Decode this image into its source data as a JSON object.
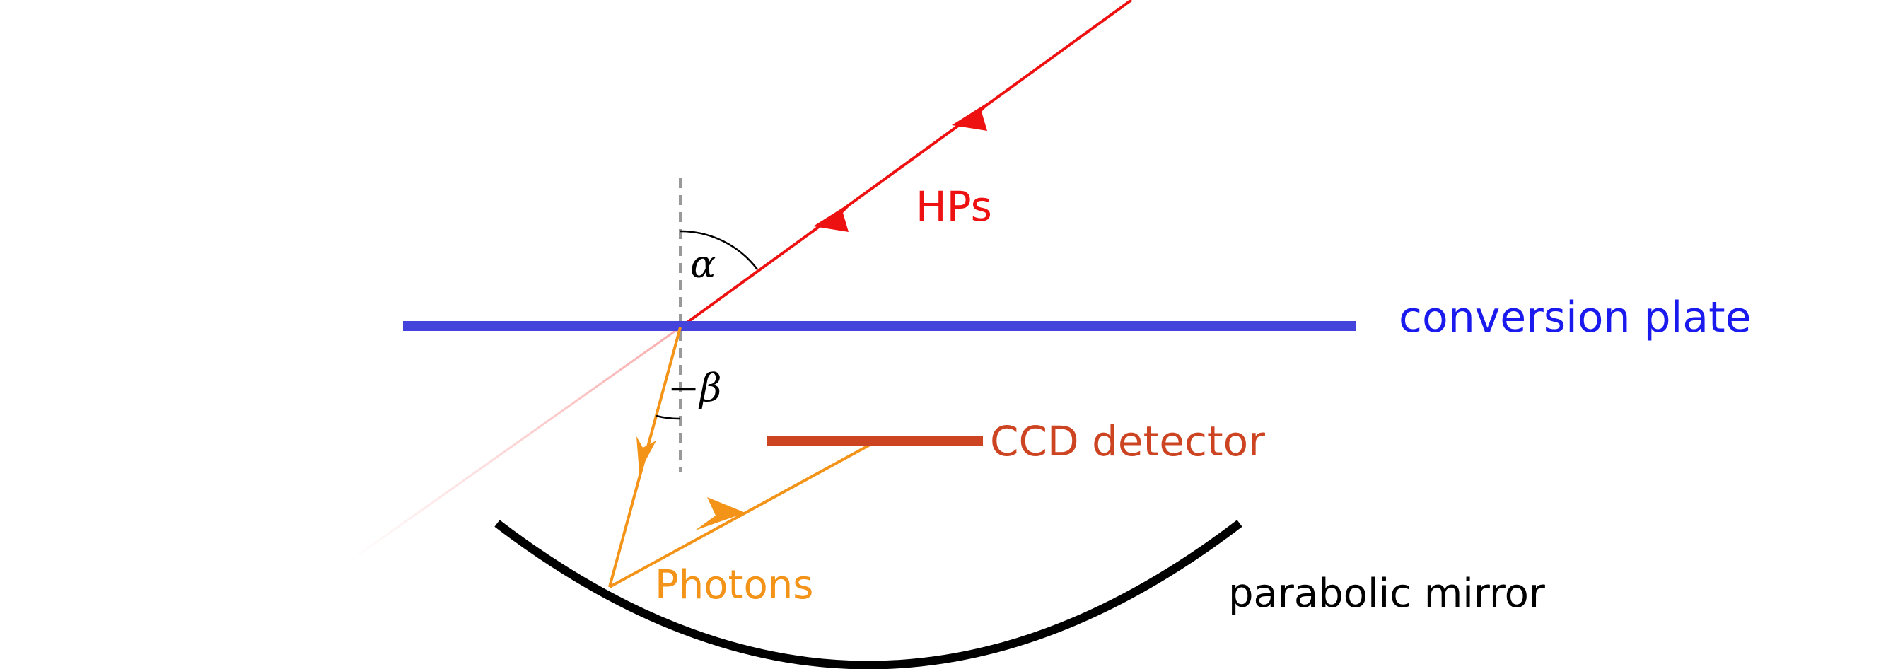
{
  "labels": {
    "hps": "HPs",
    "conversion_plate": "conversion plate",
    "ccd_detector": "CCD detector",
    "photons": "Photons",
    "parabolic_mirror": "parabolic mirror",
    "alpha": "α",
    "beta": "−β"
  },
  "colors": {
    "hps": "#ee1111",
    "conversion_plate": "#4444dd",
    "conversion_plate_label": "#1a1aee",
    "ccd_detector": "#cc4422",
    "photons": "#f39418",
    "mirror": "#000000",
    "normal": "#999999"
  }
}
